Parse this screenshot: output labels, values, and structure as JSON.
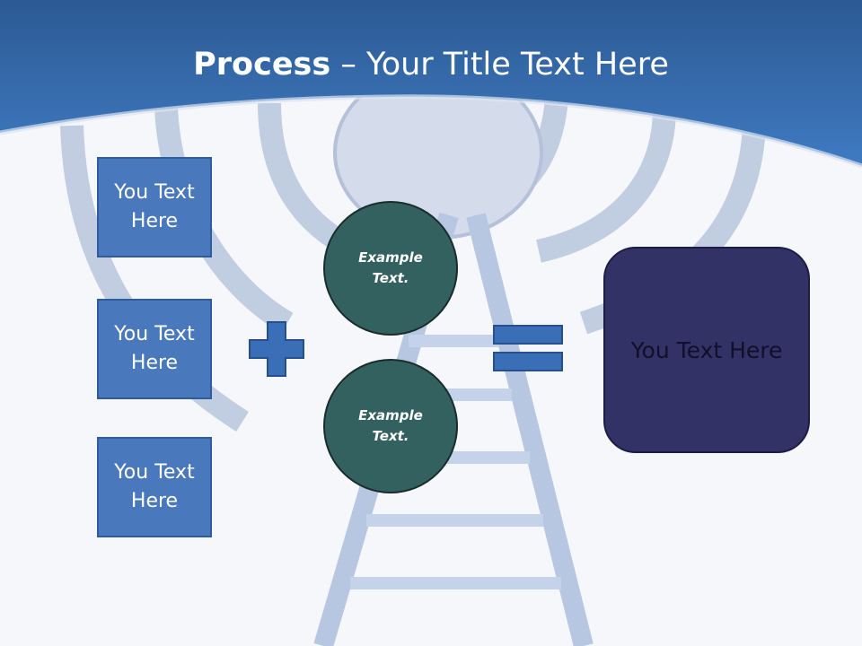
{
  "slide": {
    "title_bold": "Process",
    "title_rest": " – Your Title Text Here",
    "left_boxes": [
      "You Text Here",
      "You Text Here",
      "You Text Here"
    ],
    "circles": [
      "Example Text.",
      "Example Text."
    ],
    "result": "You Text Here"
  },
  "colors": {
    "header": "#3f74b9",
    "box": "#4a78bc",
    "circle": "#33615f",
    "result": "#323266",
    "symbol": "#3a6fb8"
  }
}
